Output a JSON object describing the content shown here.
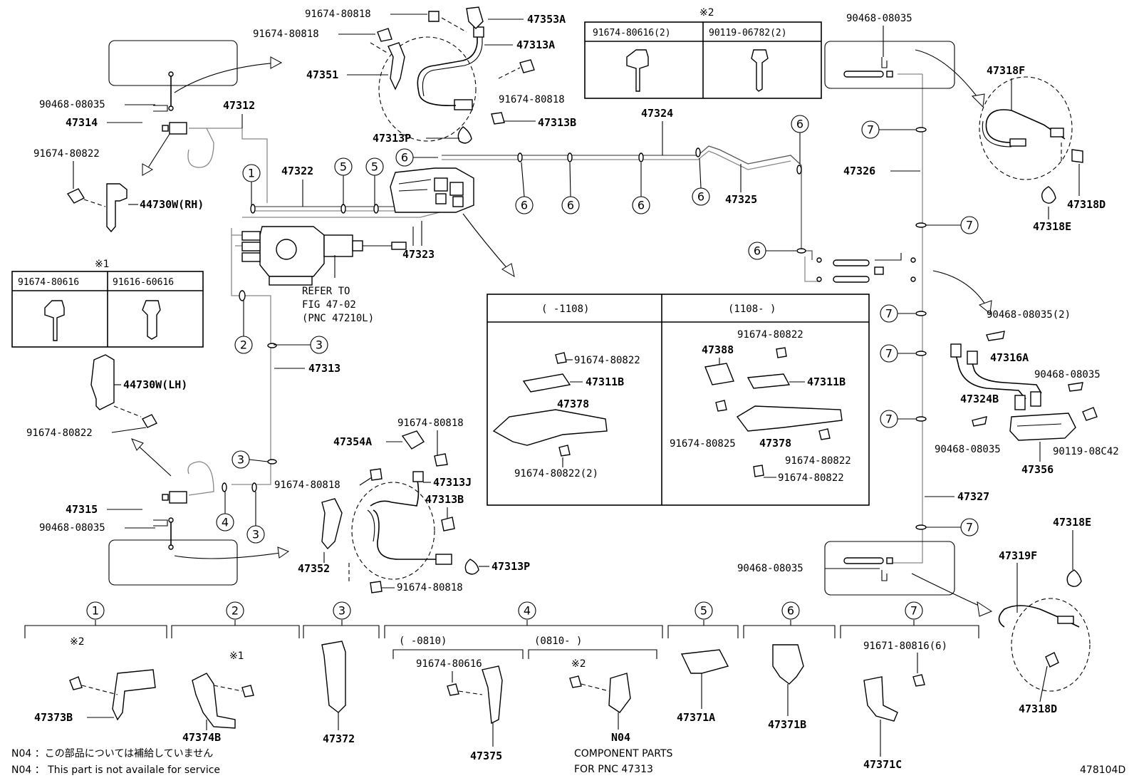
{
  "figure_id": "478104D",
  "labels": {
    "p47353A": "47353A",
    "p47313A": "47313A",
    "p47351": "47351",
    "p47313B_top": "47313B",
    "p47313P_top": "47313P",
    "b91674_80818_a": "91674-80818",
    "b91674_80818_b": "91674-80818",
    "b91674_80818_c": "91674-80818",
    "p47312": "47312",
    "p47314": "47314",
    "c90468_08035_tl": "90468-08035",
    "b91674_80822_tl": "91674-80822",
    "p44730W_RH": "44730W(RH)",
    "p47322": "47322",
    "p47324": "47324",
    "p47325": "47325",
    "p47323": "47323",
    "p47326": "47326",
    "p47327": "47327",
    "p47313": "47313",
    "refer1": "REFER TO",
    "refer2": "FIG 47-02",
    "refer3": "(PNC 47210L)",
    "p44730W_LH": "44730W(LH)",
    "b91674_80822_ml": "91674-80822",
    "p47315": "47315",
    "c90468_08035_bl": "90468-08035",
    "c90468_08035_tr": "90468-08035",
    "p47318F": "47318F",
    "p47318D_tr": "47318D",
    "p47318E_tr": "47318E",
    "c90468_08035_2": "90468-08035(2)",
    "p47316A": "47316A",
    "c90468_08035_r1": "90468-08035",
    "p47324B": "47324B",
    "c90468_08035_r2": "90468-08035",
    "b90119_08C42": "90119-08C42",
    "p47356": "47356",
    "c90468_08035_br": "90468-08035",
    "p47318E_br": "47318E",
    "p47319F": "47319F",
    "p47318D_br": "47318D",
    "b91674_80818_bm1": "91674-80818",
    "p47354A": "47354A",
    "b91674_80818_bm2": "91674-80818",
    "p47313J": "47313J",
    "p47313B_bot": "47313B",
    "p47352": "47352",
    "p47313P_bot": "47313P",
    "b91674_80818_bm3": "91674-80818"
  },
  "table1": {
    "mark": "※1",
    "col1": "91674-80616",
    "col2": "91616-60616"
  },
  "table2": {
    "mark": "※2",
    "col1": "91674-80616(2)",
    "col2": "90119-06782(2)"
  },
  "detail_box": {
    "left_header": "(   -1108)",
    "right_header": "(1108-   )",
    "l_bolt1": "91674-80822",
    "l_47311B": "47311B",
    "l_47378": "47378",
    "l_bolt2": "91674-80822(2)",
    "r_bolt_top": "91674-80822",
    "r_47388": "47388",
    "r_47311B": "47311B",
    "r_bolt_825": "91674-80825",
    "r_47378": "47378",
    "r_bolt_822a": "91674-80822",
    "r_bolt_822b": "91674-80822"
  },
  "callouts": [
    "1",
    "2",
    "3",
    "4",
    "5",
    "6",
    "7"
  ],
  "legend": {
    "g1_num": "1",
    "g1_mark": "※2",
    "g1_part": "47373B",
    "g2_num": "2",
    "g2_mark": "※1",
    "g2_part": "47374B",
    "g3_num": "3",
    "g3_part": "47372",
    "g4_num": "4",
    "g4_left_range": "(   -0810)",
    "g4_right_range": "(0810-    )",
    "g4_bolt": "91674-80616",
    "g4_mark": "※2",
    "g4_part_l": "47375",
    "g4_part_r": "N04",
    "g4_comp1": "COMPONENT PARTS",
    "g4_comp2": "FOR PNC 47313",
    "g5_num": "5",
    "g5_part": "47371A",
    "g6_num": "6",
    "g6_part": "47371B",
    "g7_num": "7",
    "g7_bolt": "91671-80816(6)",
    "g7_part": "47371C"
  },
  "notes": {
    "jp": "N04 ：この部品については補給していません",
    "en": "N04 ： This part is not availale for service"
  }
}
